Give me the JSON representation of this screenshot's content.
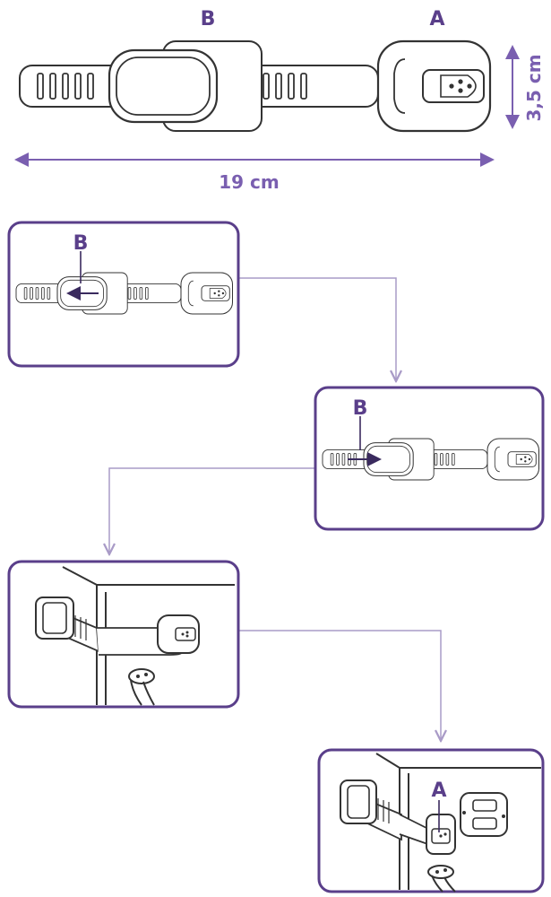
{
  "top": {
    "label_a": "A",
    "label_b": "B",
    "height_dim": "3,5 cm",
    "width_dim": "19 cm"
  },
  "steps": [
    {
      "label": "B"
    },
    {
      "label": "B"
    },
    {
      "label": ""
    },
    {
      "label": "A"
    }
  ],
  "colors": {
    "purple": "#5a3f8a",
    "dim": "#7a5fb0",
    "line": "#333333",
    "connector": "#a99bc7"
  }
}
